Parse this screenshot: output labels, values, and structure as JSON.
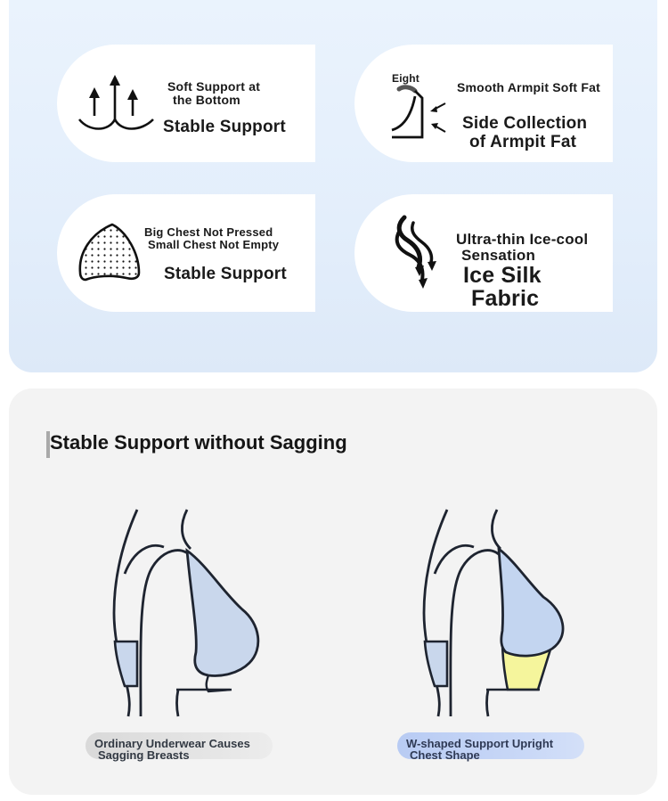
{
  "features": [
    {
      "icon": "upward-arrows-icon",
      "subtitle_lines": [
        "Soft Support at",
        "the Bottom"
      ],
      "title_lines": [
        "Stable Support"
      ]
    },
    {
      "icon": "armpit-collection-icon",
      "icon_label": "Eight",
      "subtitle_lines": [
        "Smooth Armpit Soft Fat"
      ],
      "title_lines": [
        "Side Collection",
        "of Armpit Fat"
      ]
    },
    {
      "icon": "dotted-cup-icon",
      "subtitle_lines": [
        "Big Chest Not Pressed",
        "Small Chest Not Empty"
      ],
      "title_lines": [
        "Stable Support"
      ]
    },
    {
      "icon": "cool-wind-icon",
      "subtitle_lines": [
        "Ultra-thin Ice-cool",
        "Sensation"
      ],
      "title_lines": [
        "Ice Silk",
        "Fabric"
      ]
    }
  ],
  "comparison": {
    "title": "Stable Support without Sagging",
    "left_caption_lines": [
      "Ordinary Underwear Causes",
      "Sagging Breasts"
    ],
    "right_caption_lines": [
      "W-shaped Support Upright",
      "Chest Shape"
    ]
  },
  "colors": {
    "panel_blue": "#e3eefb",
    "panel_gray": "#f3f3f3",
    "bra_blue": "#c9d7ec",
    "support_yellow": "#f5f59c",
    "caption_blue": "#c9d8f7"
  }
}
